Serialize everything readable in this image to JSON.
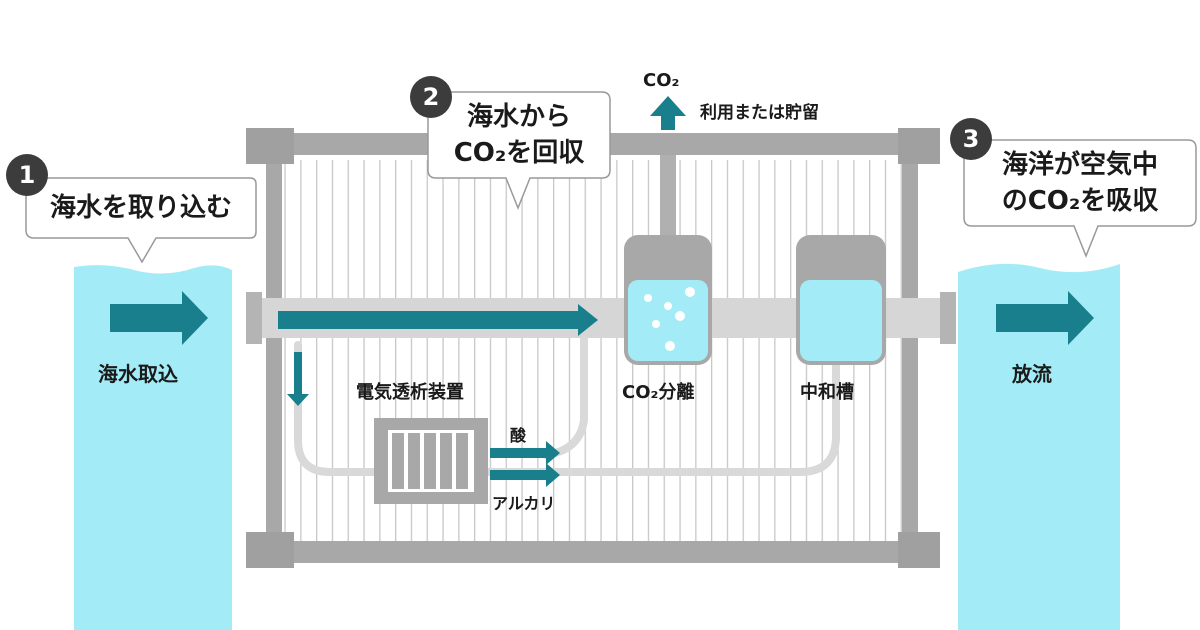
{
  "steps": [
    {
      "number": "1",
      "text": "海水を取り込む"
    },
    {
      "number": "2",
      "text_line1": "海水から",
      "text_line2": "CO₂を回収"
    },
    {
      "number": "3",
      "text_line1": "海洋が空気中",
      "text_line2": "のCO₂を吸収"
    }
  ],
  "labels": {
    "intake": "海水取込",
    "discharge": "放流",
    "electrodialysis": "電気透析装置",
    "acid": "酸",
    "alkali": "アルカリ",
    "co2_separation": "CO₂分離",
    "neutralization": "中和槽",
    "co2_out": "CO₂",
    "utilization": "利用または貯留"
  },
  "colors": {
    "water": "#a3ecf7",
    "arrow": "#1a7f8c",
    "frame": "#a8a8a8",
    "pipe": "#d6d6d6",
    "badge": "#3c3c3c"
  }
}
